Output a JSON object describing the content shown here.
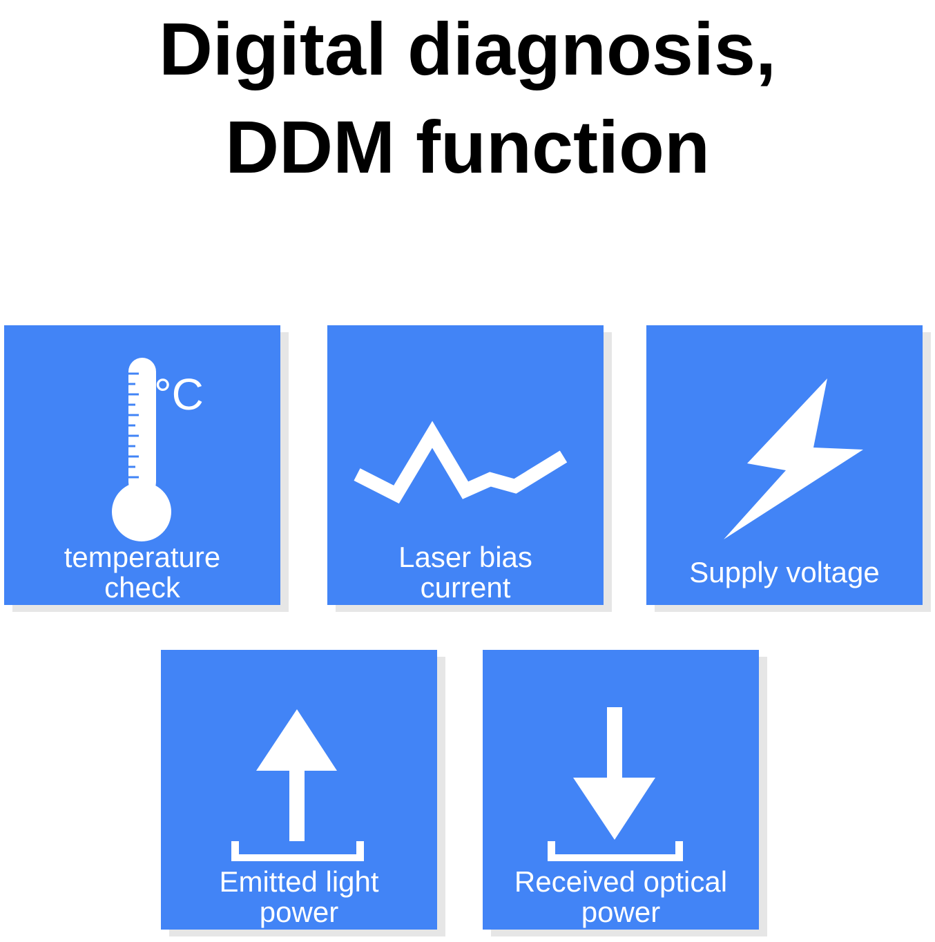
{
  "title": {
    "line1": "Digital diagnosis,",
    "line2": "DDM function"
  },
  "tile_color": "#4284f6",
  "tiles": [
    {
      "icon": "thermometer-icon",
      "unit": "°C",
      "label_line1": "temperature",
      "label_line2": "check"
    },
    {
      "icon": "waveform-icon",
      "label_line1": "Laser bias",
      "label_line2": "current"
    },
    {
      "icon": "lightning-bolt-icon",
      "label_line1": "Supply voltage"
    },
    {
      "icon": "arrow-up-tray-icon",
      "label_line1": "Emitted light",
      "label_line2": "power"
    },
    {
      "icon": "arrow-down-tray-icon",
      "label_line1": "Received optical",
      "label_line2": "power"
    }
  ]
}
